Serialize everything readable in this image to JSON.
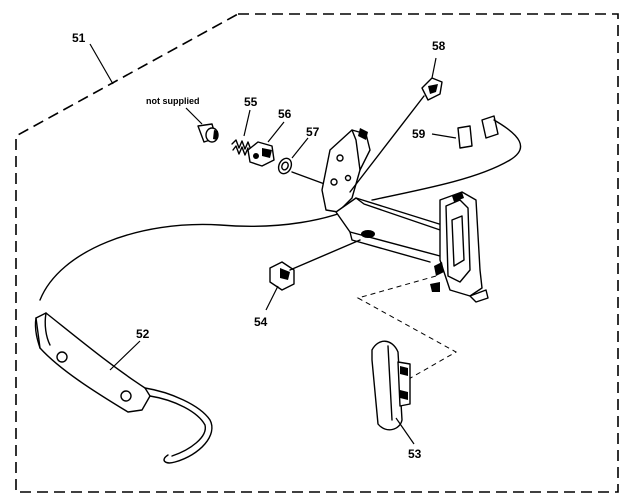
{
  "callouts": {
    "c51": "51",
    "c52": "52",
    "c53": "53",
    "c54": "54",
    "c55": "55",
    "c56": "56",
    "c57": "57",
    "c58": "58",
    "c59": "59"
  },
  "note": "not supplied"
}
